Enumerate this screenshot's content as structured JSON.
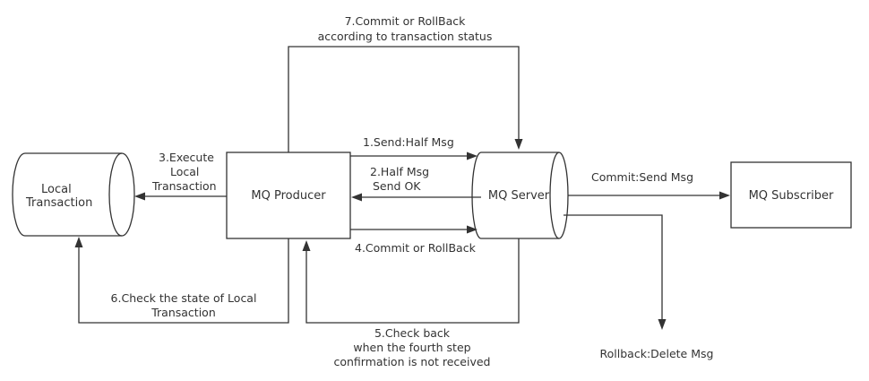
{
  "nodes": {
    "local_transaction": [
      "Local",
      "Transaction"
    ],
    "mq_producer": "MQ Producer",
    "mq_server": "MQ Server",
    "mq_subscriber": "MQ Subscriber"
  },
  "edges": {
    "step1": "1.Send:Half Msg",
    "step2": [
      "2.Half Msg",
      "Send OK"
    ],
    "step3": [
      "3.Execute",
      "Local",
      "Transaction"
    ],
    "step4": "4.Commit or RollBack",
    "step5": [
      "5.Check back",
      "when the fourth step",
      "confirmation is not received"
    ],
    "step6": [
      "6.Check the state of Local",
      "Transaction"
    ],
    "step7": [
      "7.Commit or RollBack",
      "according to transaction status"
    ],
    "commit": "Commit:Send Msg",
    "rollback": "Rollback:Delete Msg"
  },
  "colors": {
    "stroke": "#333333",
    "background": "#ffffff"
  }
}
